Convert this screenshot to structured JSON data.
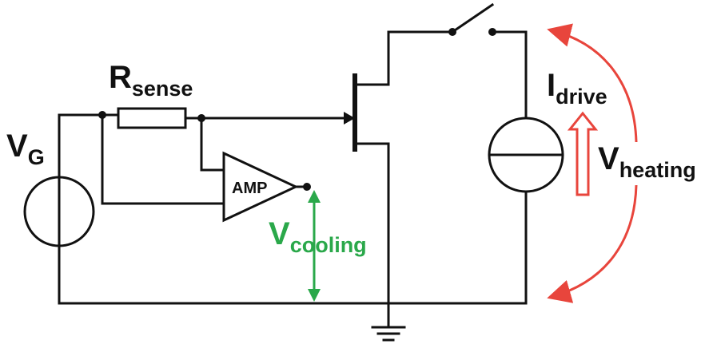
{
  "labels": {
    "vg_main": "V",
    "vg_sub": "G",
    "rsense_main": "R",
    "rsense_sub": "sense",
    "amp": "AMP",
    "vcooling_main": "V",
    "vcooling_sub": "cooling",
    "idrive_main": "I",
    "idrive_sub": "drive",
    "vheating_main": "V",
    "vheating_sub": "heating"
  },
  "colors": {
    "wire": "#111111",
    "cooling": "#2aa84a",
    "heating": "#e8453c"
  }
}
